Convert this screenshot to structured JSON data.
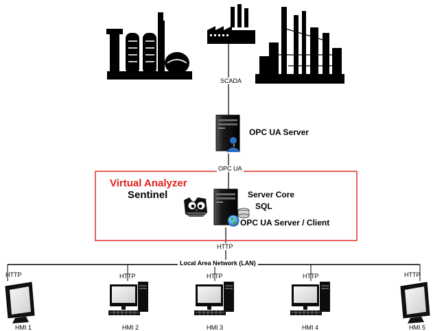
{
  "virtual_analyzer": {
    "title": "Virtual Analyzer",
    "subtitle": "Sentinel",
    "border_color": "#e53935",
    "title_color": "#e0201b",
    "server_core_label": "Server Core",
    "sql_label": "SQL",
    "opc_server_client_label": "OPC UA Server / Client"
  },
  "top_server": {
    "label": "OPC UA Server"
  },
  "links": {
    "scada": "SCADA",
    "opc_ua": "OPC UA",
    "http_core": "HTTP",
    "lan": "Local Area Network (LAN)"
  },
  "hmis": [
    {
      "name": "HMI 1",
      "protocol": "HTTP",
      "device": "monitor"
    },
    {
      "name": "HMI 2",
      "protocol": "HTTP",
      "device": "desktop"
    },
    {
      "name": "HMI 3",
      "protocol": "HTTP",
      "device": "desktop"
    },
    {
      "name": "HMI 4",
      "protocol": "HTTP",
      "device": "desktop"
    },
    {
      "name": "HMI 5",
      "protocol": "HTTP",
      "device": "monitor"
    }
  ],
  "icons": [
    "refinery-plant-icon",
    "factory-icon",
    "industrial-skyline-icon",
    "server-tower-icon",
    "user-badge-icon",
    "database-icon",
    "globe-icon",
    "owl-logo-icon",
    "monitor-icon",
    "desktop-computer-icon"
  ]
}
